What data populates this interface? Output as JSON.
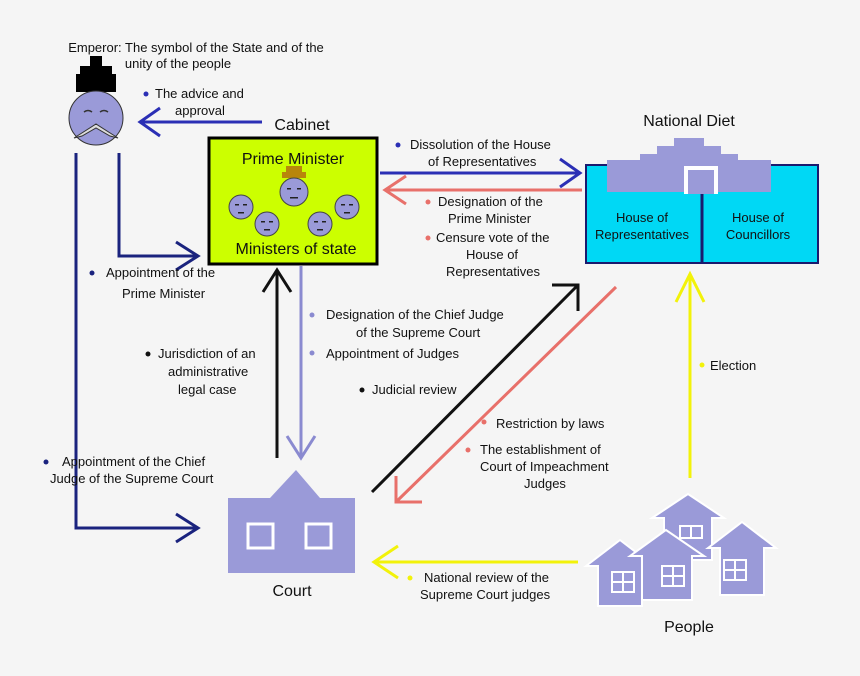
{
  "emperor": {
    "caption_line1": "Emperor: The symbol of the State and of the",
    "caption_line2": "unity of the people"
  },
  "cabinet": {
    "title": "Cabinet",
    "prime_minister": "Prime Minister",
    "ministers": "Ministers of state"
  },
  "diet": {
    "title": "National Diet",
    "house_rep_line1": "House of",
    "house_rep_line2": "Representatives",
    "house_coun_line1": "House of",
    "house_coun_line2": "Councillors"
  },
  "court": {
    "title": "Court"
  },
  "people": {
    "title": "People"
  },
  "labels": {
    "advice_1": "The advice and",
    "advice_2": "approval",
    "dissolution_1": "Dissolution of the House",
    "dissolution_2": "of Representatives",
    "designation_pm_1": "Designation of the",
    "designation_pm_2": "Prime Minister",
    "censure_1": "Censure vote of the",
    "censure_2": "House of",
    "censure_3": "Representatives",
    "appoint_pm_1": "Appointment of the",
    "appoint_pm_2": "Prime Minister",
    "designation_chief_1": "Designation of the Chief Judge",
    "designation_chief_2": "of the Supreme Court",
    "appoint_judges": "Appointment of Judges",
    "jurisdiction_1": "Jurisdiction of an",
    "jurisdiction_2": "administrative",
    "jurisdiction_3": "legal case",
    "judicial_review": "Judicial review",
    "restriction": "Restriction by laws",
    "impeach_1": "The establishment of",
    "impeach_2": "Court of Impeachment",
    "impeach_3": "Judges",
    "election": "Election",
    "appoint_chief_1": "Appointment of the Chief",
    "appoint_chief_2": "Judge of the Supreme Court",
    "national_review_1": "National review of the",
    "national_review_2": "Supreme Court judges"
  },
  "colors": {
    "navy": "#1a237e",
    "blue": "#2b2fb5",
    "salmon": "#e8706a",
    "lavender": "#8a8ad0",
    "black": "#111111",
    "yellow": "#f2f20a",
    "cabinet_fill": "#ccff00",
    "diet_fill": "#00d8f5",
    "building": "#9a9ac8"
  }
}
